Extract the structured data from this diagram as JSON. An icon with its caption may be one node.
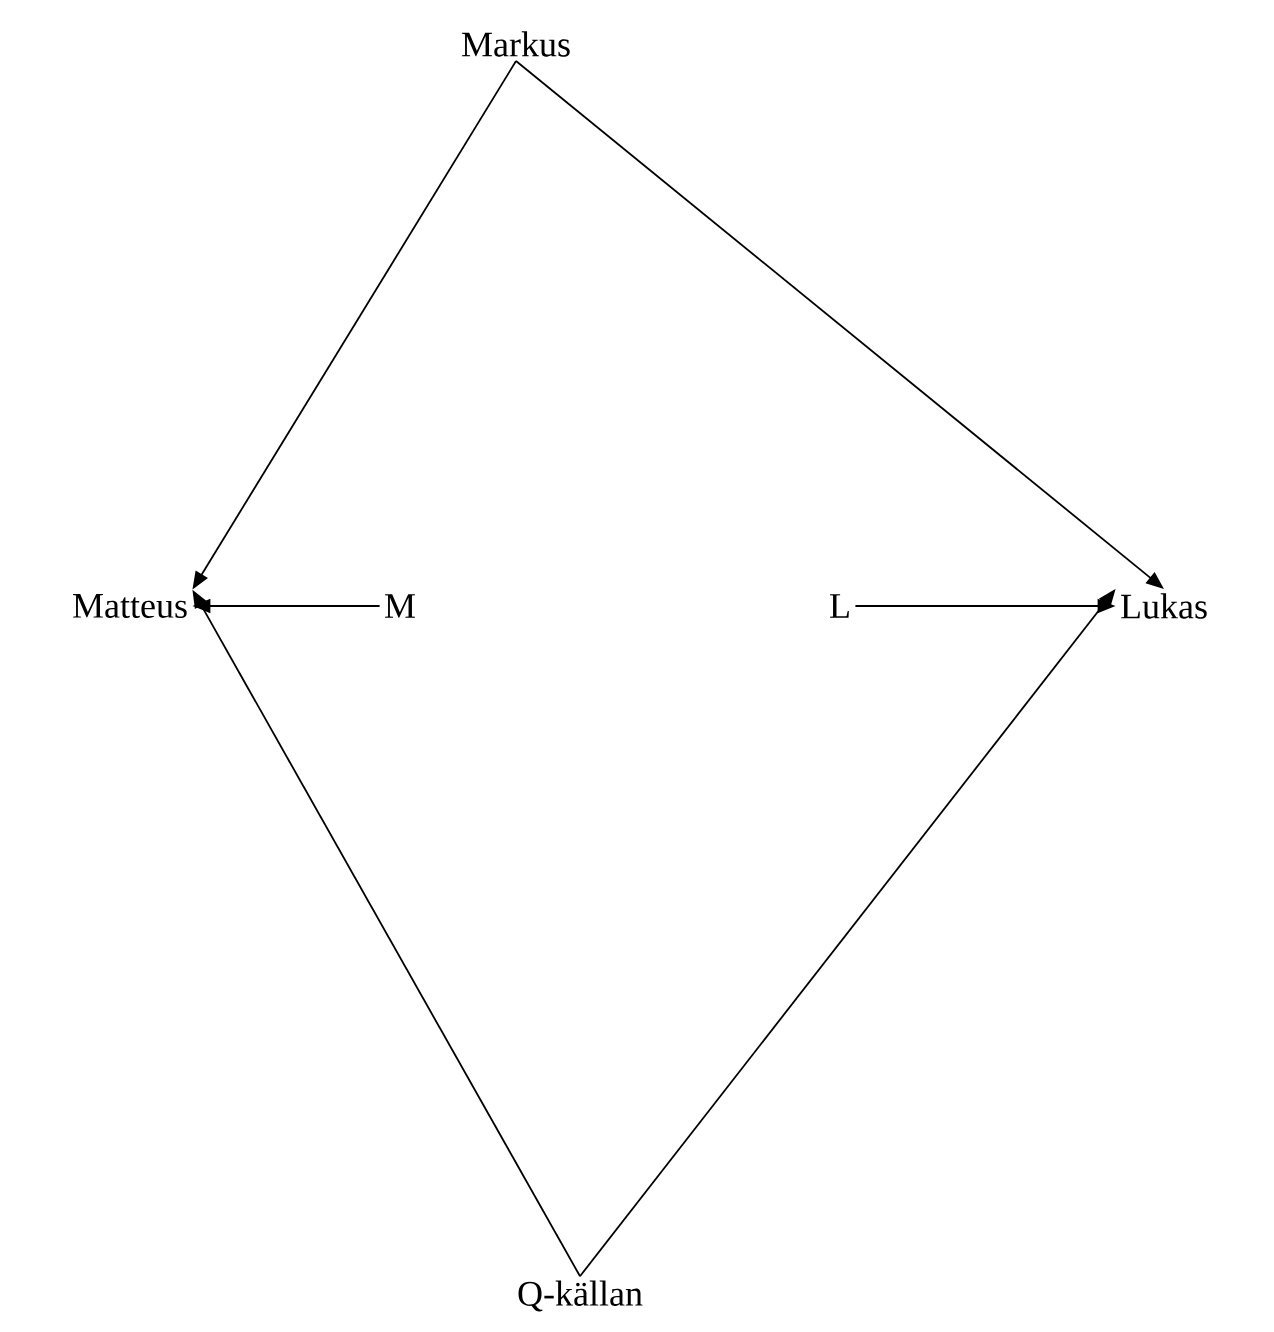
{
  "diagram": {
    "nodes": [
      {
        "text": [
          "Markus"
        ]
      },
      {
        "text": [
          "Matteus"
        ]
      },
      {
        "text": [
          "M"
        ]
      },
      {
        "text": [
          "L"
        ]
      },
      {
        "text": [
          "Lukas"
        ]
      },
      {
        "text": [
          "Q-källan"
        ]
      }
    ],
    "edges": [
      {
        "from": 0,
        "to": 1,
        "arrow": "to"
      },
      {
        "from": 0,
        "to": 4,
        "arrow": "to"
      },
      {
        "from": 2,
        "to": 1,
        "arrow": "to"
      },
      {
        "from": 3,
        "to": 4,
        "arrow": "to"
      },
      {
        "from": 5,
        "to": 1,
        "arrow": "to"
      },
      {
        "from": 5,
        "to": 4,
        "arrow": "to"
      }
    ]
  }
}
